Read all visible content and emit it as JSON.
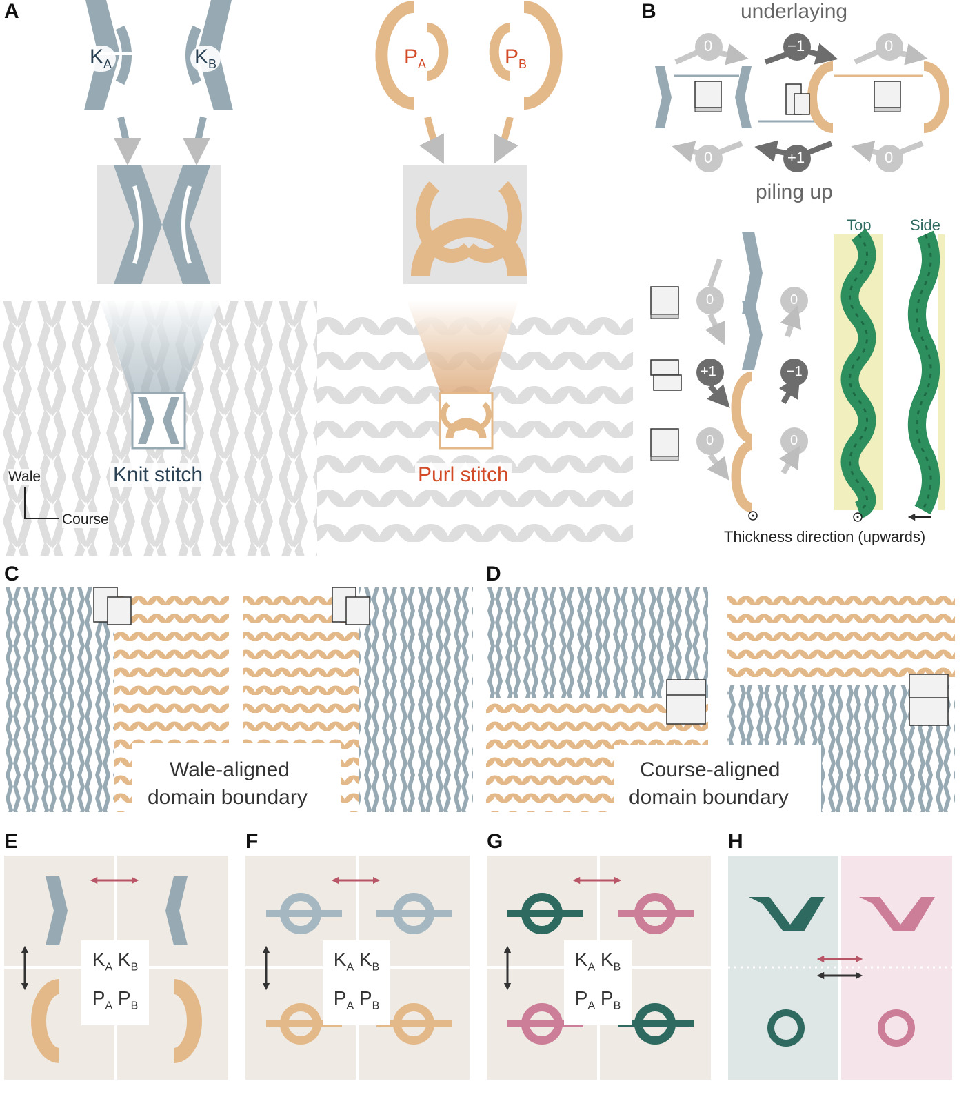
{
  "panels": {
    "a": "A",
    "b": "B",
    "c": "C",
    "d": "D",
    "e": "E",
    "f": "F",
    "g": "G",
    "h": "H"
  },
  "panel_a": {
    "knit_a": {
      "main": "K",
      "sub": "A"
    },
    "knit_b": {
      "main": "K",
      "sub": "B"
    },
    "purl_a": {
      "main": "P",
      "sub": "A"
    },
    "purl_b": {
      "main": "P",
      "sub": "B"
    },
    "knit_stitch": "Knit stitch",
    "purl_stitch": "Purl stitch",
    "axis_wale": "Wale",
    "axis_course": "Course"
  },
  "panel_b": {
    "underlaying": "underlaying",
    "piling_up": "piling up",
    "top": "Top",
    "side": "Side",
    "thickness": "Thickness direction (upwards)",
    "rot_top": [
      "0",
      "−1",
      "0"
    ],
    "rot_bottom": [
      "0",
      "+1",
      "0"
    ],
    "pile_left": [
      "0",
      "+1",
      "0"
    ],
    "pile_right": [
      "0",
      "−1",
      "0"
    ]
  },
  "panel_c": {
    "line1": "Wale-aligned",
    "line2": "domain boundary"
  },
  "panel_d": {
    "line1": "Course-aligned",
    "line2": "domain boundary"
  },
  "grid_labels": {
    "ka": "K",
    "kb": "K",
    "pa": "P",
    "pb": "P",
    "sub_a": "A",
    "sub_b": "B"
  },
  "colors": {
    "knit": "#97aab4",
    "purl": "#e4b98a",
    "teal": "#2e6a60",
    "pink": "#cc7d97",
    "bg_beige": "#efebe4",
    "bg_teal": "#dfe6e6",
    "bg_pink": "#f5e5ea",
    "photo_green": "#2e8f5e",
    "label_red": "#d24a26",
    "label_navy": "#2b4255"
  }
}
